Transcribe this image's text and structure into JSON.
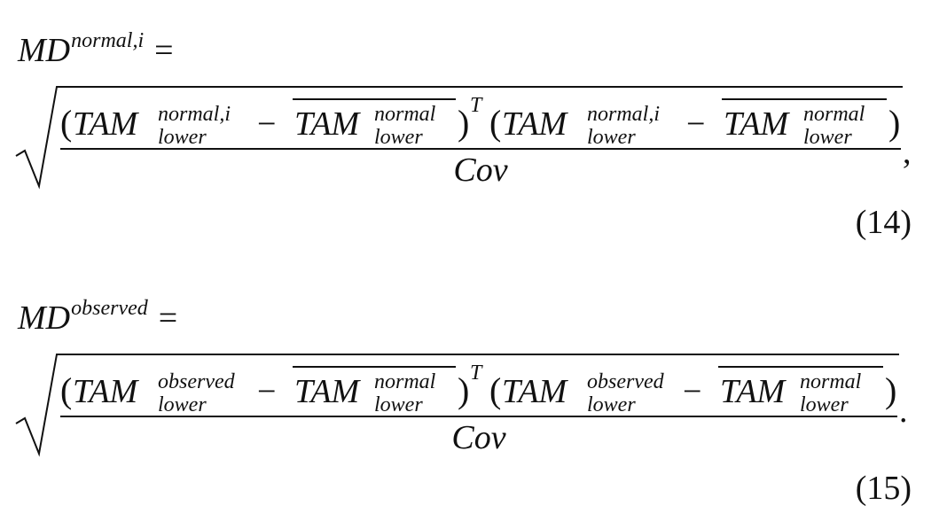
{
  "equations": [
    {
      "lhs_base": "MD",
      "lhs_sup": "normal,i",
      "equals": "=",
      "base": "TAM",
      "minus": "−",
      "transpose": "T",
      "term1_sup": "normal,i",
      "term1_sub": "lower",
      "mean_sup": "normal",
      "mean_sub": "lower",
      "denominator": "Cov",
      "trailing": ",",
      "number": "(14)"
    },
    {
      "lhs_base": "MD",
      "lhs_sup": "observed",
      "equals": "=",
      "base": "TAM",
      "minus": "−",
      "transpose": "T",
      "term1_sup": "observed",
      "term1_sub": "lower",
      "mean_sup": "normal",
      "mean_sub": "lower",
      "denominator": "Cov",
      "trailing": ".",
      "number": "(15)"
    }
  ]
}
